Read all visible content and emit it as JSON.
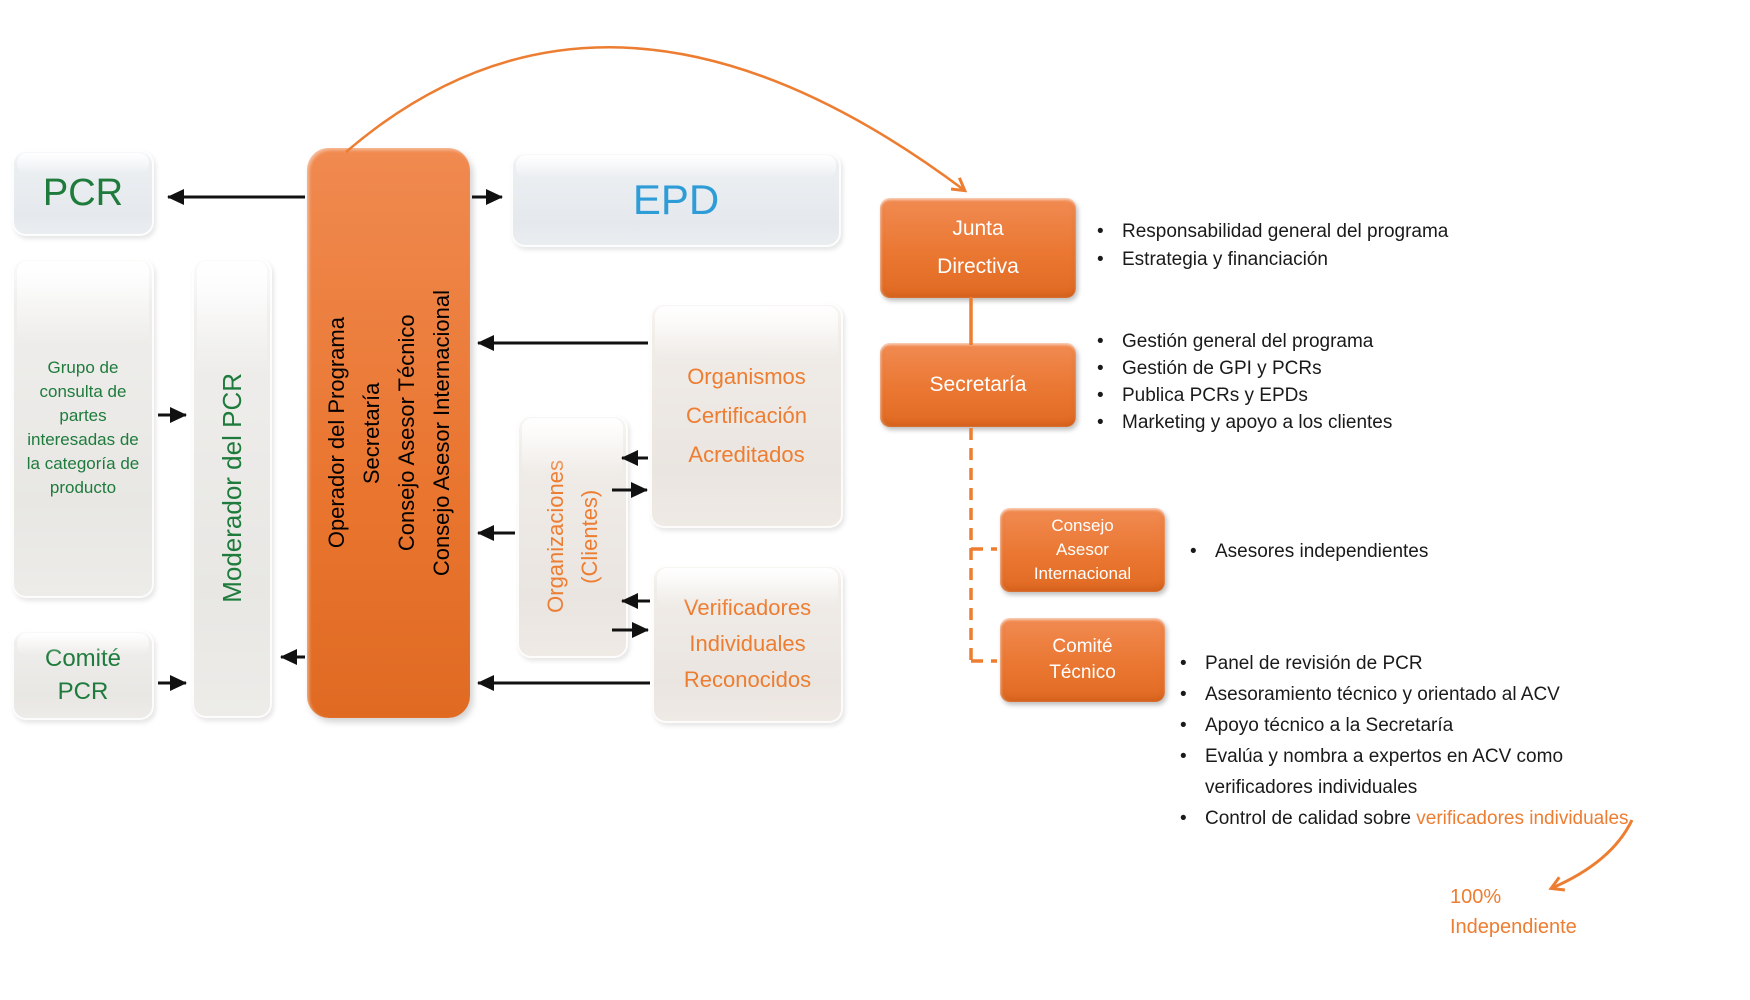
{
  "colors": {
    "orange": "#ED7D31",
    "green": "#1E7B3C",
    "blue": "#2E9CD6",
    "black": "#111111"
  },
  "left_column": {
    "pcr_label": "PCR",
    "grupo_label": "Grupo de consulta de partes interesadas de la categoría de producto",
    "comite_pcr_label": "Comité PCR",
    "moderador_label": "Moderador del PCR"
  },
  "center": {
    "operador_lines": [
      "Operador del Programa",
      "Secretaría",
      "Consejo Asesor Técnico",
      "Consejo Asesor Internacional"
    ],
    "epd_label": "EPD",
    "organismos_lines": [
      "Organismos",
      "Certificación",
      "Acreditados"
    ],
    "organizaciones_lines": [
      "Organizaciones",
      "(Clientes)"
    ],
    "verificadores_lines": [
      "Verificadores",
      "Individuales",
      "Reconocidos"
    ]
  },
  "org_chart": {
    "junta": {
      "lines": [
        "Junta",
        "Directiva"
      ],
      "bullets": [
        "Responsabilidad general del programa",
        "Estrategia y financiación"
      ]
    },
    "secretaria": {
      "label": "Secretaría",
      "bullets": [
        "Gestión general del programa",
        "Gestión de GPI y PCRs",
        "Publica PCRs y EPDs",
        "Marketing y apoyo a los clientes"
      ]
    },
    "consejo_asesor": {
      "lines": [
        "Consejo",
        "Asesor",
        "Internacional"
      ],
      "bullets": [
        "Asesores independientes"
      ]
    },
    "comite_tecnico": {
      "lines": [
        "Comité",
        "Técnico"
      ],
      "bullets": [
        "Panel de revisión de PCR",
        "Asesoramiento técnico y orientado al ACV",
        "Apoyo técnico a la Secretaría"
      ],
      "bullet_evalua_line1": "Evalúa y nombra a expertos en ACV como",
      "bullet_evalua_line2": "verificadores individuales",
      "bullet_control_prefix": "Control de calidad sobre ",
      "bullet_control_highlight": "verificadores individuales"
    }
  },
  "annotation": {
    "percent": "100%",
    "word": "Independiente"
  }
}
